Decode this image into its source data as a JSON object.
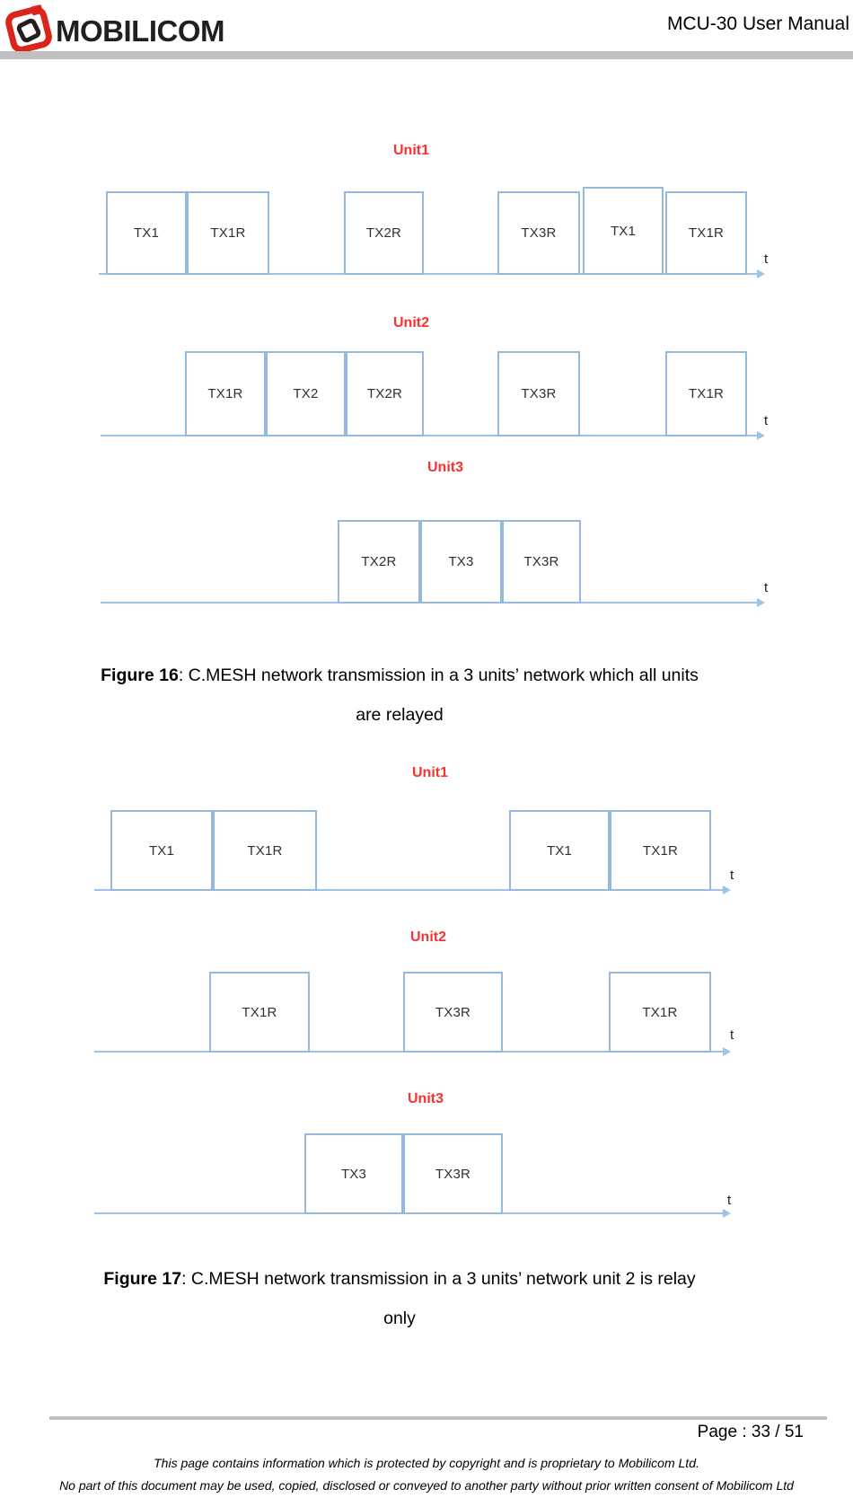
{
  "header": {
    "logo_text": "MOBILICOM",
    "title": "MCU-30 User Manual"
  },
  "figure16": {
    "units": [
      {
        "name": "Unit1",
        "t_label": "t",
        "boxes": [
          {
            "label": "TX1"
          },
          {
            "label": "TX1R"
          },
          {
            "label": "TX2R"
          },
          {
            "label": "TX3R"
          },
          {
            "label": "TX1"
          },
          {
            "label": "TX1R"
          }
        ]
      },
      {
        "name": "Unit2",
        "t_label": "t",
        "boxes": [
          {
            "label": "TX1R"
          },
          {
            "label": "TX2"
          },
          {
            "label": "TX2R"
          },
          {
            "label": "TX3R"
          },
          {
            "label": "TX1R"
          }
        ]
      },
      {
        "name": "Unit3",
        "t_label": "t",
        "boxes": [
          {
            "label": "TX2R"
          },
          {
            "label": "TX3"
          },
          {
            "label": "TX3R"
          }
        ]
      }
    ],
    "caption_bold": "Figure 16",
    "caption_rest": ": C.MESH network transmission in a 3 units’ network which all units",
    "caption_line2": "are relayed"
  },
  "figure17": {
    "units": [
      {
        "name": "Unit1",
        "t_label": "t",
        "boxes": [
          {
            "label": "TX1"
          },
          {
            "label": "TX1R"
          },
          {
            "label": "TX1"
          },
          {
            "label": "TX1R"
          }
        ]
      },
      {
        "name": "Unit2",
        "t_label": "t",
        "boxes": [
          {
            "label": "TX1R"
          },
          {
            "label": "TX3R"
          },
          {
            "label": "TX1R"
          }
        ]
      },
      {
        "name": "Unit3",
        "t_label": "t",
        "boxes": [
          {
            "label": "TX3"
          },
          {
            "label": "TX3R"
          }
        ]
      }
    ],
    "caption_bold": "Figure 17",
    "caption_rest": ": C.MESH network transmission in a 3 units’ network unit 2 is relay",
    "caption_line2": "only"
  },
  "footer": {
    "page_label": "Page : 33 / 51",
    "line1": "This page contains information which is protected by copyright and is proprietary to Mobilicom Ltd.",
    "line2": "No part of this document may be used, copied, disclosed or conveyed to another party without prior written consent of Mobilicom Ltd"
  },
  "colors": {
    "box_border_blue": "#94b8de",
    "axis_blue": "#9dc3e6",
    "unit_label_red": "#fb3131",
    "bar_gray": "#bfbfbf",
    "logo_red": "#d9251c",
    "logo_black": "#231f20"
  }
}
